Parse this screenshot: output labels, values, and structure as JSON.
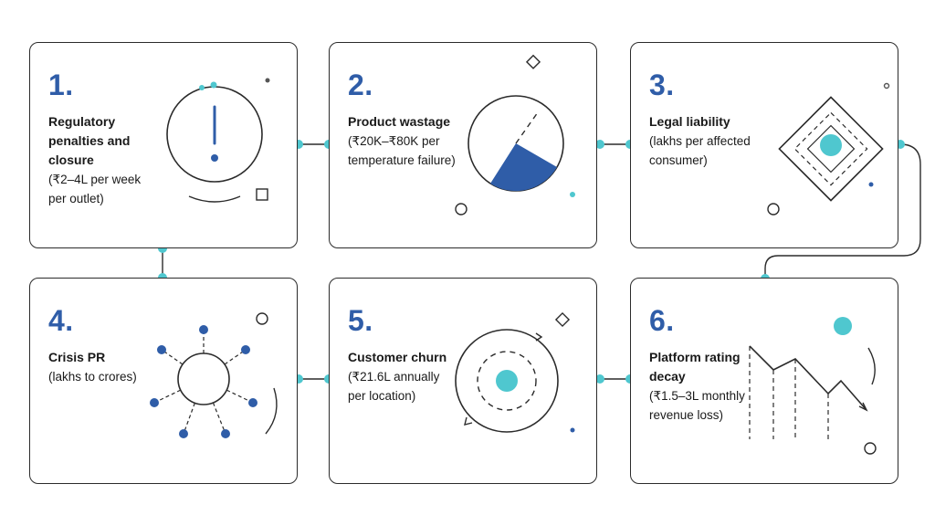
{
  "colors": {
    "accent_blue": "#2f5da8",
    "accent_teal": "#4fc7cf",
    "stroke": "#2b2b2b"
  },
  "cards": [
    {
      "number": "1.",
      "title": "Regulatory penalties and closure",
      "detail": "(₹2–4L per week per outlet)",
      "icon": "exclamation-icon"
    },
    {
      "number": "2.",
      "title": "Product wastage",
      "detail": "(₹20K–₹80K per temperature failure)",
      "icon": "pie-slice-icon"
    },
    {
      "number": "3.",
      "title": "Legal liability",
      "detail": "(lakhs per affected consumer)",
      "icon": "diamond-target-icon"
    },
    {
      "number": "4.",
      "title": "Crisis PR",
      "detail": "(lakhs to crores)",
      "icon": "network-burst-icon"
    },
    {
      "number": "5.",
      "title": "Customer churn",
      "detail": "(₹21.6L annually per location)",
      "icon": "cycle-target-icon"
    },
    {
      "number": "6.",
      "title": "Platform rating decay",
      "detail": "(₹1.5–3L monthly revenue loss)",
      "icon": "declining-chart-icon"
    }
  ]
}
